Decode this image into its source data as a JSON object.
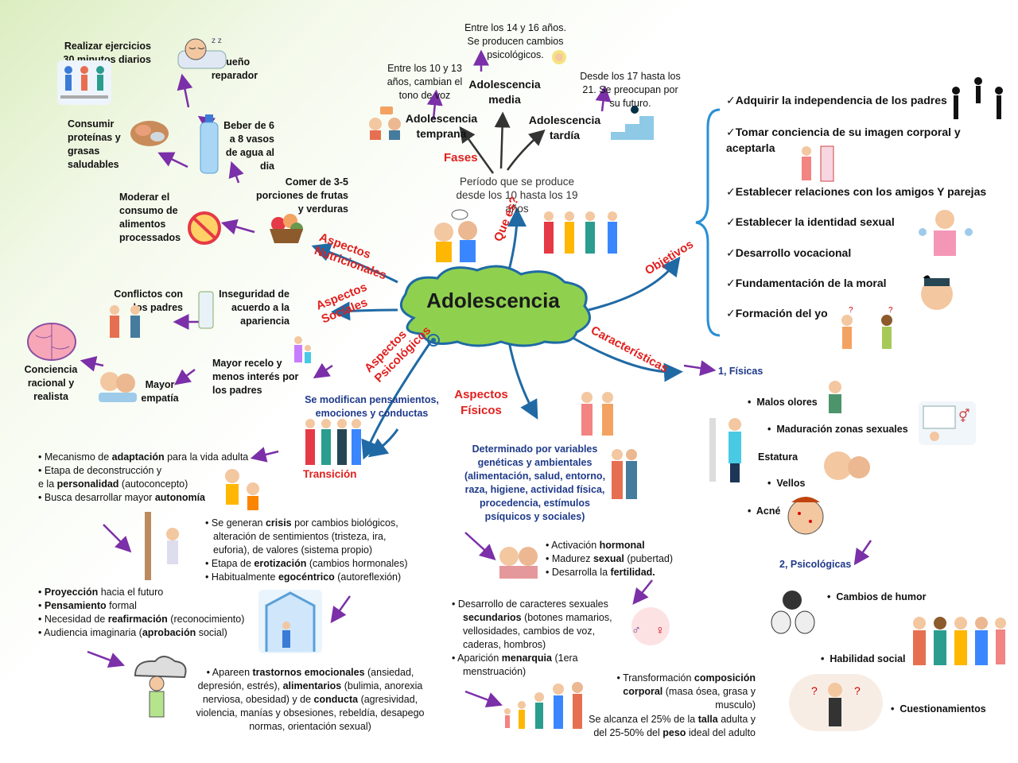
{
  "center": {
    "title": "Adolescencia"
  },
  "definition": {
    "text": "Período que se produce desde los 10 hasta los 19 años"
  },
  "branches": {
    "fases": "Fases",
    "que_es": "Que es?",
    "objetivos": "Objetivos",
    "caracteristicas": "Características",
    "nutricionales": "Aspectos Nutricionales",
    "sociales": "Aspectos Sociales",
    "psicologicos": "Aspectos Psicológicos",
    "fisicos": "Aspectos Físicos"
  },
  "fases": {
    "temprana": {
      "label": "Adolescencia temprana",
      "desc": "Entre los 10 y 13 años, cambian el tono de voz"
    },
    "media": {
      "label": "Adolescencia media",
      "desc": "Entre los 14 y 16 años. Se producen cambios psicológicos."
    },
    "tardia": {
      "label": "Adolescencia tardía",
      "desc": "Desde los 17 hasta los 21. Se preocupan por su futuro."
    }
  },
  "objetivos": [
    "✓Adquirir la independencia de los padres",
    "✓Tomar conciencia de su imagen corporal y aceptarla",
    "✓Establecer relaciones con los amigos Y parejas",
    "✓Establecer la identidad sexual",
    "✓Desarrollo vocacional",
    "✓Fundamentación de la moral",
    "✓Formación del yo"
  ],
  "nutricionales": {
    "ejercicios": "Realizar ejercicios 30 minutos diarios",
    "sueno": "Sueño reparador",
    "proteinas": "Consumir proteínas y grasas saludables",
    "agua": "Beber de 6 a 8 vasos de agua al dia",
    "frutas": "Comer de 3-5 porciones de frutas y verduras",
    "procesados": "Moderar el consumo de alimentos processados"
  },
  "sociales": {
    "conflictos": "Conflictos con los padres",
    "inseguridad": "Inseguridad de acuerdo a la apariencia",
    "conciencia": "Conciencia racional y realista",
    "empatia": "Mayor empatía",
    "recelo": "Mayor recelo y menos interés por los padres"
  },
  "psicologicos": {
    "modifican": "Se modifican pensamientos, emociones y conductas",
    "transicion": "Transición",
    "list1": {
      "i1a": "Mecanismo de ",
      "i1b": "adaptación",
      "i1c": " para la vida adulta",
      "i2": "Etapa de deconstrucción y",
      "i3a": "e la ",
      "i3b": "personalidad",
      "i3c": " (autoconcepto)",
      "i4a": "Busca desarrollar mayor ",
      "i4b": "autonomía"
    },
    "list2": {
      "i1a": "Se generan ",
      "i1b": "crisis",
      "i1c": " por cambios biológicos, alteración de sentimientos (tristeza, ira, euforia), de valores (sistema propio)",
      "i2a": "Etapa de ",
      "i2b": "erotización",
      "i2c": " (cambios hormonales)",
      "i3a": "Habitualmente ",
      "i3b": "egocéntrico",
      "i3c": " (autoreflexión)"
    },
    "list3": {
      "i1a": "Proyección",
      "i1b": " hacia el futuro",
      "i2a": "Pensamiento",
      "i2b": " formal",
      "i3a": "Necesidad de ",
      "i3b": "reafirmación",
      "i3c": " (reconocimiento)",
      "i4a": "Audiencia imaginaria (",
      "i4b": "aprobación",
      "i4c": " social)"
    },
    "list4": {
      "a": "Apareen ",
      "b": "trastornos emocionales",
      "c": " (ansiedad, depresión, estrés), ",
      "d": "alimentarios",
      "e": " (bulimia, anorexia nerviosa, obesidad) y de ",
      "f": "conducta",
      "g": " (agresividad, violencia, manías y obsesiones, rebeldía, desapego normas, orientación sexual)"
    }
  },
  "fisicos": {
    "determinado": "Determinado por variables genéticas y ambientales (alimentación, salud, entorno, raza, higiene, actividad física, procedencia, estímulos psíquicos y sociales)",
    "hormonal": {
      "a": "Activación ",
      "b": "hormonal"
    },
    "sexual": {
      "a": "Madurez ",
      "b": "sexual",
      "c": " (pubertad)"
    },
    "fertilidad": {
      "a": "Desarrolla la ",
      "b": "fertilidad."
    },
    "caracteres": {
      "a": "Desarrollo de caracteres sexuales ",
      "b": "secundarios",
      "c": " (botones mamarios, vellosidades, cambios de voz, caderas, hombros)"
    },
    "menarquia": {
      "a": "Aparición ",
      "b": "menarquia",
      "c": " (1era menstruación)"
    },
    "composicion": {
      "a": "Transformación ",
      "b": "composición corporal",
      "c": " (masa ósea, grasa y musculo)"
    },
    "talla": {
      "a": "Se alcanza el 25% de la ",
      "b": "talla",
      "c": " adulta y del 25-50% del ",
      "d": "peso",
      "e": " ideal del adulto"
    }
  },
  "caracteristicas": {
    "fisicas": "1, Físicas",
    "malos_olores": "Malos olores",
    "maduracion": "Maduración zonas sexuales",
    "estatura": "Estatura",
    "vellos": "Vellos",
    "acne": "Acné",
    "psicologicas": "2, Psicológicas",
    "humor": "Cambios de humor",
    "habilidad": "Habilidad social",
    "cuestionamientos": "Cuestionamientos"
  },
  "colors": {
    "accent_red": "#e0201e",
    "line_blue": "#1f6aa5",
    "arrow_purple": "#7b2fa8",
    "cloud_green": "#8fd14f",
    "label_blue": "#1f3a8a"
  }
}
